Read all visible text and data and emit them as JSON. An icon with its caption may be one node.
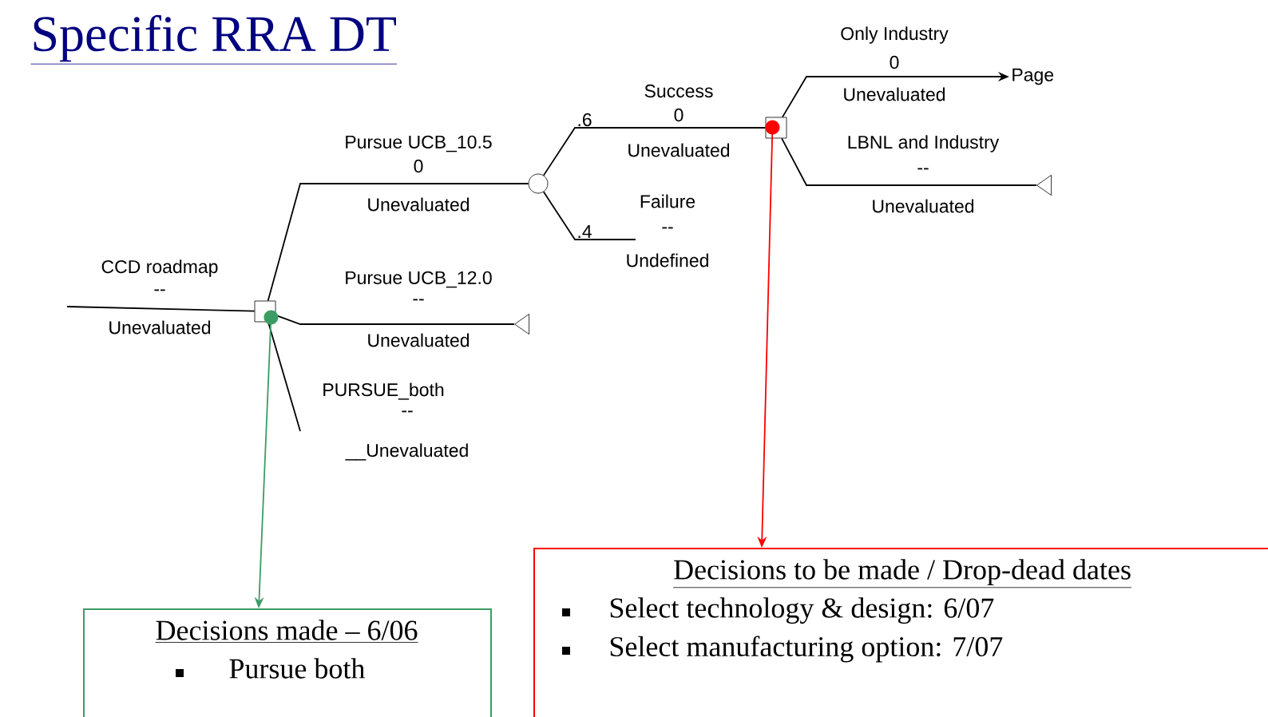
{
  "diagram": {
    "title": "Specific RRA DT",
    "nodes": [
      {
        "text": [],
        "shape": "box"
      },
      {
        "text": [],
        "shape": "circle"
      },
      {
        "text": [],
        "shape": "box"
      },
      {
        "text": [],
        "shape": "triangle"
      },
      {
        "text": [],
        "shape": "triangle"
      },
      {
        "text": [
          "Page"
        ]
      },
      {
        "text": [
          "Decisions made – 6/06",
          "Pursue both"
        ]
      },
      {
        "text": [
          "Decisions to be made / Drop-dead dates",
          "Select technology & design:   6/07",
          "Select manufacturing option: 7/07"
        ]
      }
    ],
    "edges": [
      {
        "from": null,
        "to": 0,
        "arrow": "none",
        "label": "CCD roadmap"
      },
      {
        "from": 0,
        "to": 1,
        "arrow": "none",
        "label": "Pursue UCB_10.5"
      },
      {
        "from": 0,
        "to": 3,
        "arrow": "none",
        "label": "Pursue UCB_12.0"
      },
      {
        "from": 0,
        "to": null,
        "arrow": "none",
        "label": "PURSUE_both"
      },
      {
        "from": 1,
        "to": 2,
        "arrow": "none",
        "label": "Success"
      },
      {
        "from": 1,
        "to": null,
        "arrow": "none",
        "label": "Failure"
      },
      {
        "from": 2,
        "to": 5,
        "arrow": "to",
        "label": "Only Industry"
      },
      {
        "from": 2,
        "to": 4,
        "arrow": "none",
        "label": "LBNL and Industry"
      },
      {
        "from": 0,
        "to": 6,
        "arrow": "to",
        "color": "#3c9c64"
      },
      {
        "from": 2,
        "to": 7,
        "arrow": "to",
        "color": "#ff0000"
      }
    ],
    "labels": [
      "--",
      "Unevaluated",
      "0",
      "Unevaluated",
      ".6",
      "0",
      "Unevaluated",
      ".4",
      "--",
      "Undefined",
      "0",
      "Unevaluated",
      "--",
      "Unevaluated",
      "--",
      "Unevaluated",
      "--",
      "__Unevaluated"
    ]
  }
}
